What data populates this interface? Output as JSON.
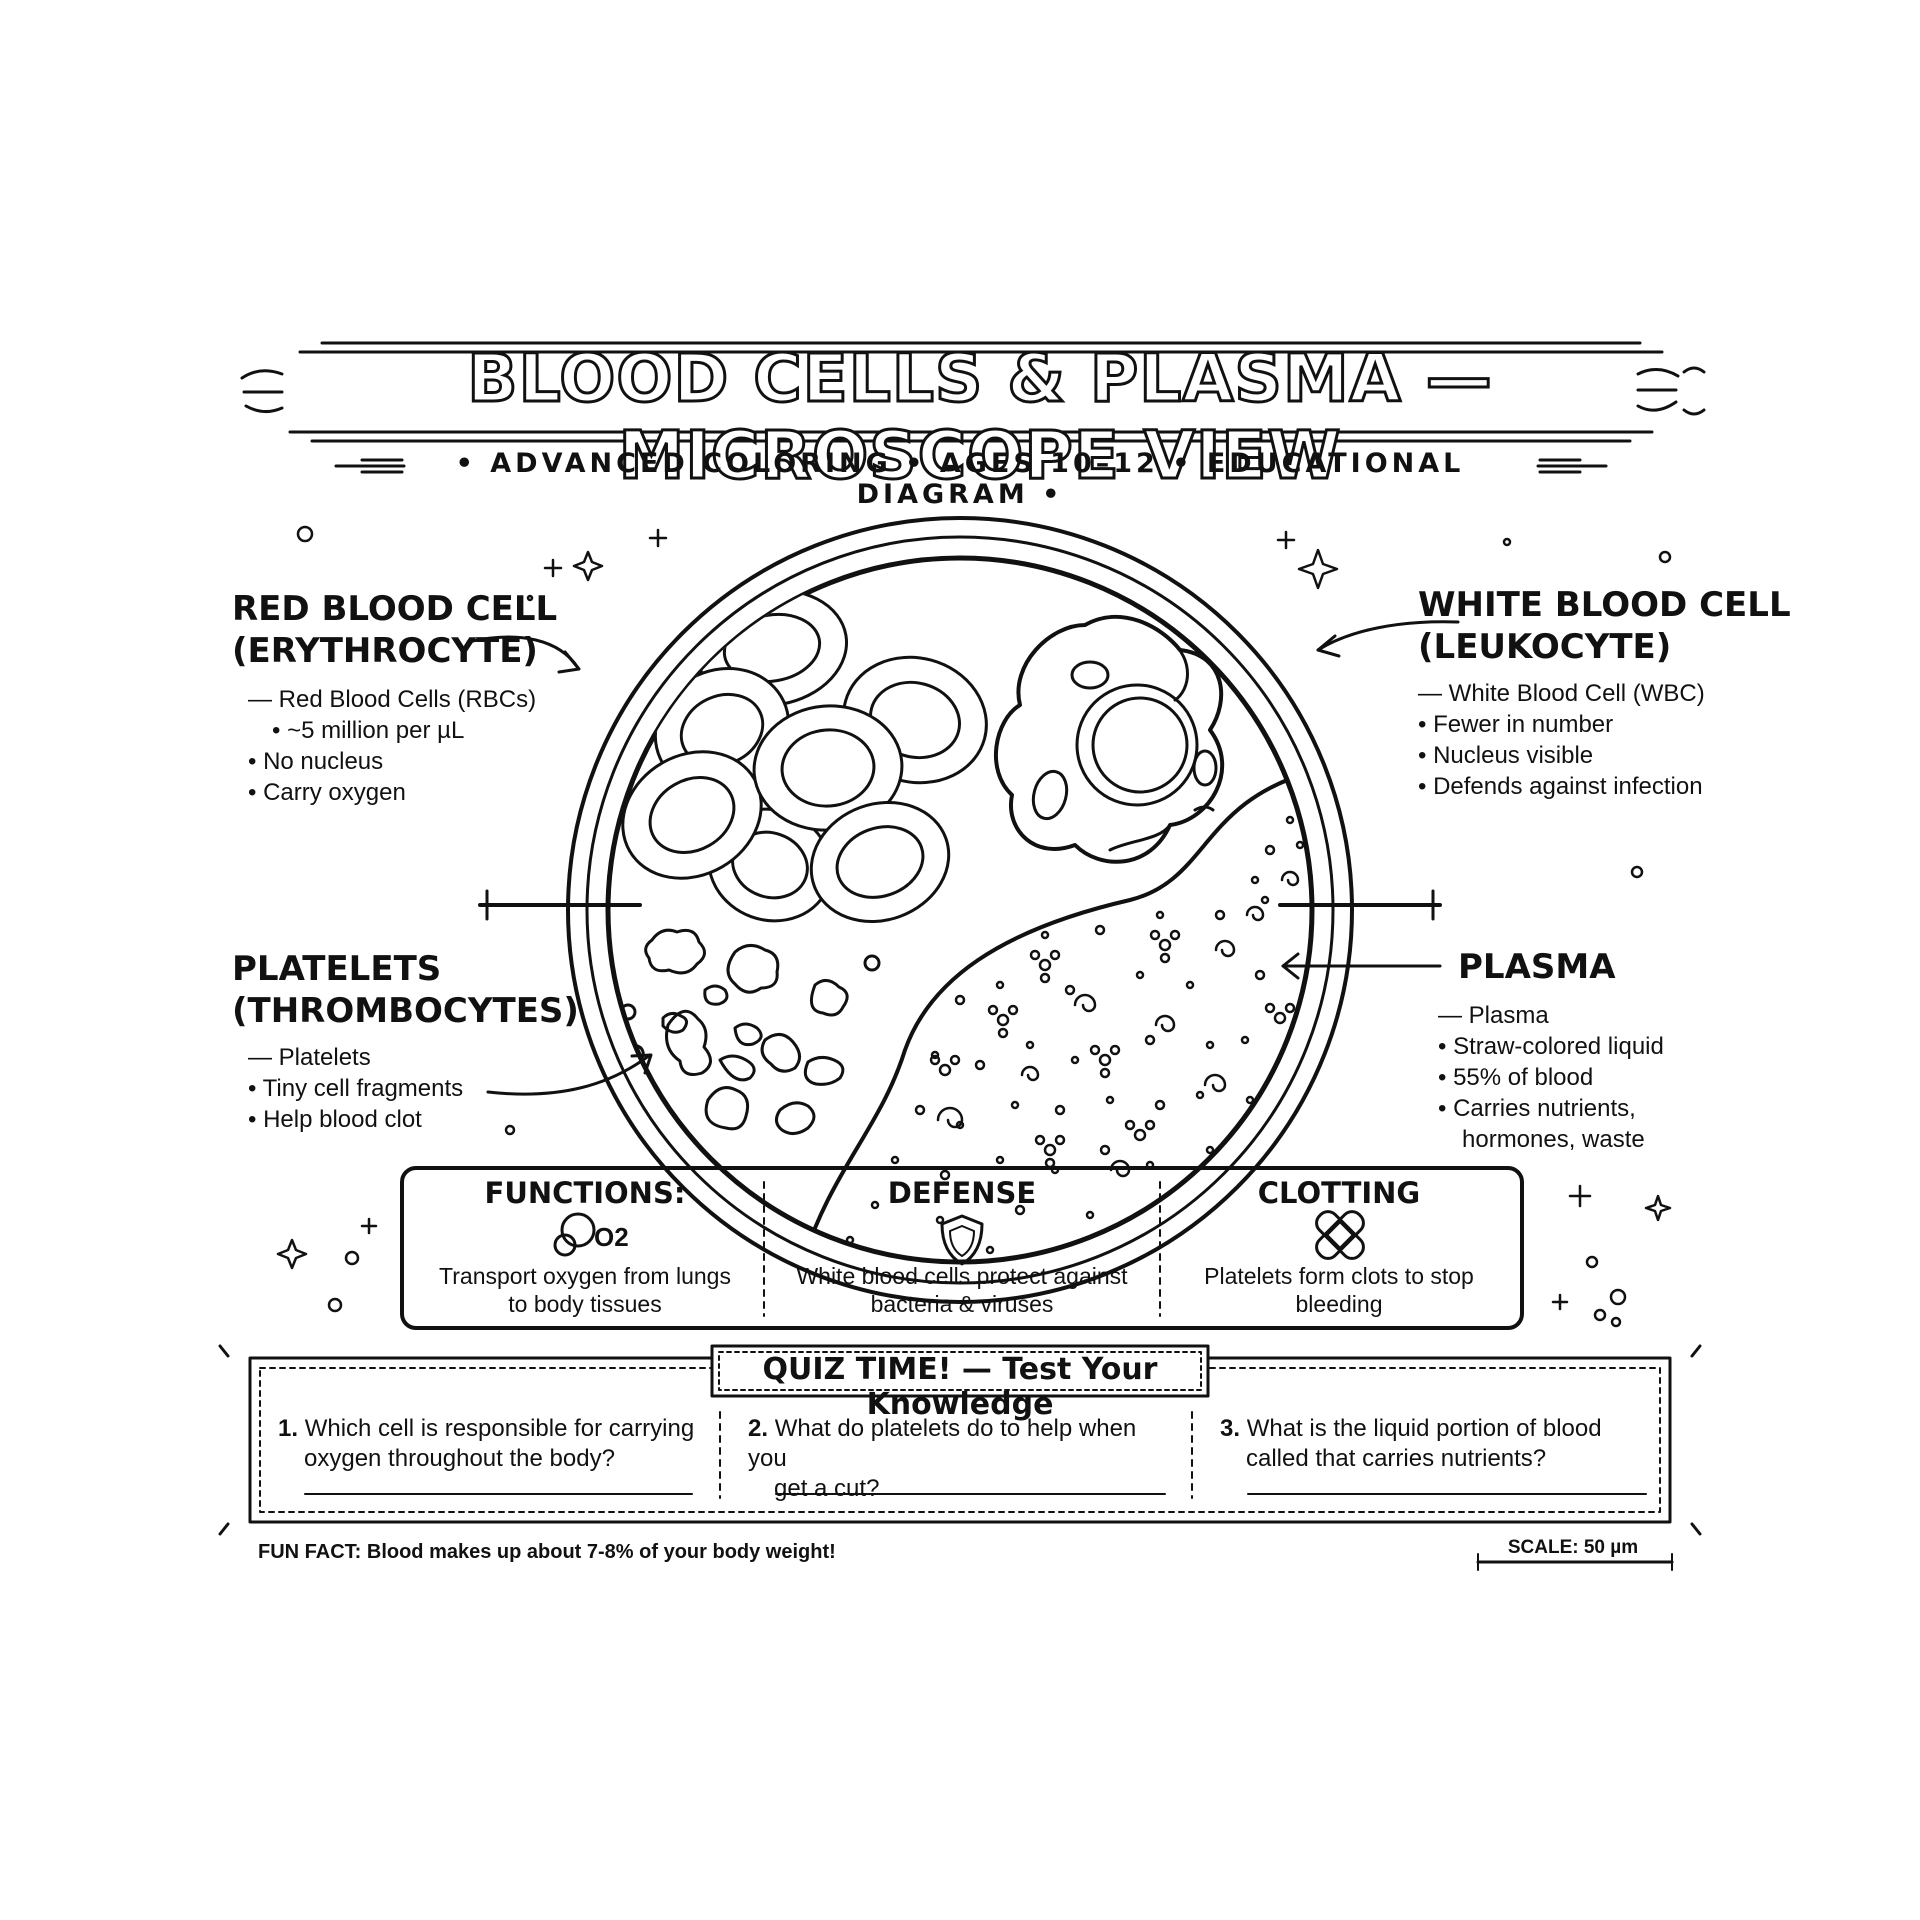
{
  "header": {
    "title": "BLOOD CELLS & PLASMA — MICROSCOPE VIEW",
    "subtitle": "• ADVANCED COLORING • AGES 10–12 • EDUCATIONAL DIAGRAM •"
  },
  "labels": {
    "rbc": {
      "heading_line1": "RED BLOOD CELL",
      "heading_line2": "(ERYTHROCYTE)",
      "items": [
        "Red Blood Cells (RBCs)",
        "~5 million per µL",
        "No nucleus",
        "Carry oxygen"
      ]
    },
    "wbc": {
      "heading_line1": "WHITE BLOOD CELL",
      "heading_line2": "(LEUKOCYTE)",
      "items": [
        "White Blood Cell (WBC)",
        "Fewer in number",
        "Nucleus visible",
        "Defends against infection"
      ]
    },
    "platelets": {
      "heading_line1": "PLATELETS",
      "heading_line2": "(THROMBOCYTES)",
      "items": [
        "Platelets",
        "Tiny cell fragments",
        "Help blood clot"
      ]
    },
    "plasma": {
      "heading": "PLASMA",
      "items": [
        "Plasma",
        "Straw-colored liquid",
        "55% of blood",
        "Carries nutrients,",
        "hormones, waste"
      ]
    }
  },
  "functions": [
    {
      "title": "FUNCTIONS:",
      "icon": "oxygen-molecule-icon",
      "icon_text": "O2",
      "text_line1": "Transport oxygen from lungs",
      "text_line2": "to body tissues"
    },
    {
      "title": "DEFENSE",
      "icon": "shield-icon",
      "text_line1": "White blood cells protect against",
      "text_line2": "bacteria & viruses"
    },
    {
      "title": "CLOTTING",
      "icon": "bandage-icon",
      "text_line1": "Platelets form clots to stop",
      "text_line2": "bleeding"
    }
  ],
  "quiz": {
    "title": "QUIZ TIME! — Test Your Knowledge",
    "questions": [
      {
        "num": "1.",
        "line1": "Which cell is responsible for carrying",
        "line2": "oxygen throughout the body?"
      },
      {
        "num": "2.",
        "line1": "What do platelets do to help when you",
        "line2": "get a cut?"
      },
      {
        "num": "3.",
        "line1": "What is the liquid portion of blood",
        "line2": "called that carries nutrients?"
      }
    ]
  },
  "footer": {
    "fun_fact": "FUN FACT: Blood makes up about 7-8% of your body weight!",
    "scale": "SCALE: 50 µm"
  }
}
